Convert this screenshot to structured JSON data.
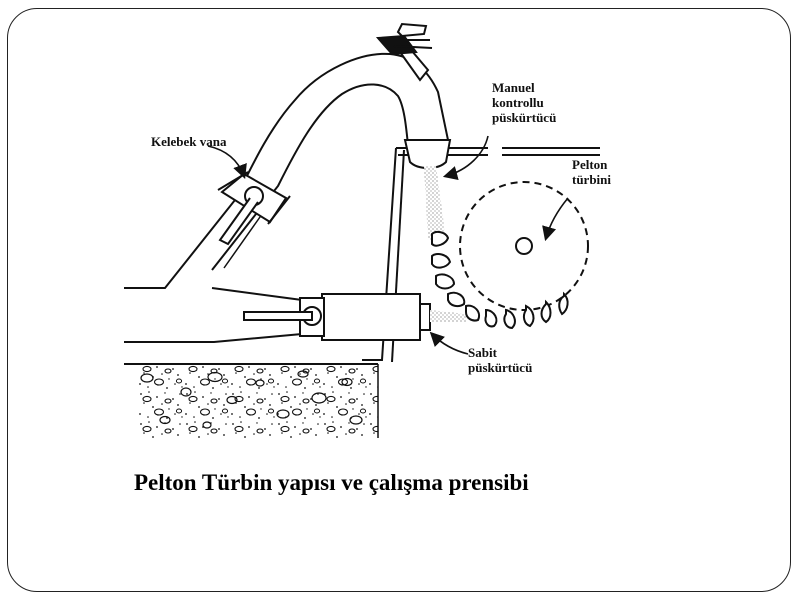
{
  "labels": {
    "butterfly_valve": "Kelebek vana",
    "manual_nozzle": [
      "Manuel",
      "kontrollu",
      "püskürtücü"
    ],
    "pelton_turbine": [
      "Pelton",
      "türbini"
    ],
    "fixed_nozzle": [
      "Sabit",
      "püskürtücü"
    ]
  },
  "caption": "Pelton Türbin yapısı ve çalışma prensibi",
  "colors": {
    "line": "#111111",
    "frame": "#222222"
  }
}
